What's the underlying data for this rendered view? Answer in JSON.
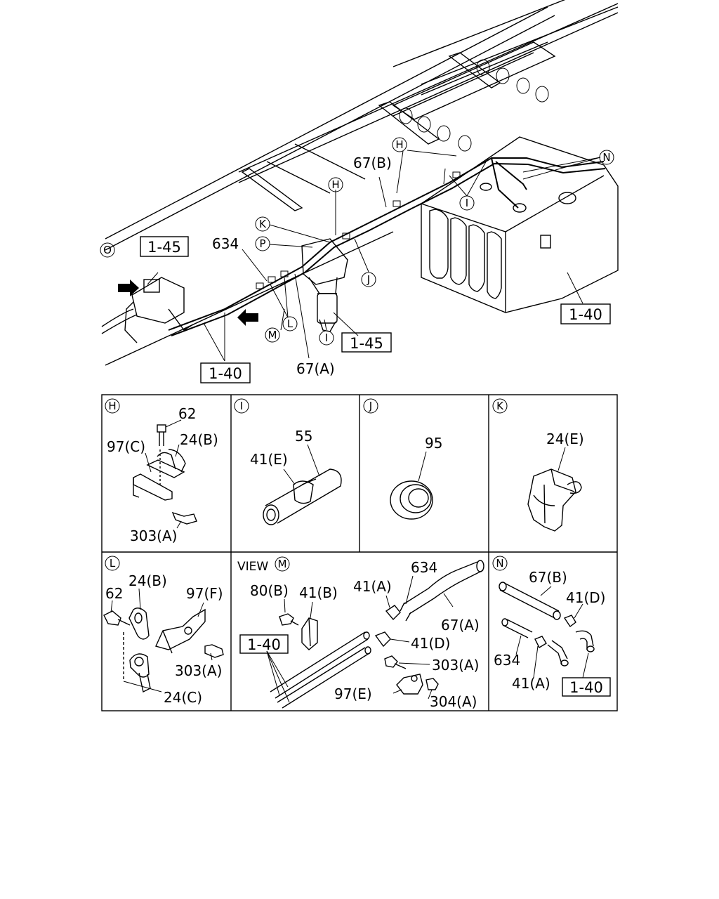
{
  "overview": {
    "refs": {
      "r1": "1-45",
      "r2": "1-45",
      "r3": "1-40",
      "r4": "1-40"
    },
    "labels": {
      "l67b": "67(B)",
      "l634": "634",
      "l67a": "67(A)"
    },
    "callouts": {
      "O": "O",
      "H1": "H",
      "H2": "H",
      "N": "N",
      "K": "K",
      "P": "P",
      "J": "J",
      "I1": "I",
      "I2": "I",
      "L": "L",
      "M": "M"
    }
  },
  "panels": {
    "H": {
      "callout": "H",
      "labels": {
        "p62": "62",
        "p97c": "97(C)",
        "p24b": "24(B)",
        "p303a": "303(A)"
      }
    },
    "I": {
      "callout": "I",
      "labels": {
        "p55": "55",
        "p41e": "41(E)"
      }
    },
    "J": {
      "callout": "J",
      "labels": {
        "p95": "95"
      }
    },
    "K": {
      "callout": "K",
      "labels": {
        "p24e": "24(E)"
      }
    },
    "L": {
      "callout": "L",
      "labels": {
        "p24b": "24(B)",
        "p62": "62",
        "p97f": "97(F)",
        "p303a": "303(A)",
        "p24c": "24(C)"
      }
    },
    "M": {
      "view_title": "VIEW",
      "callout": "M",
      "labels": {
        "p634": "634",
        "p80b": "80(B)",
        "p41b": "41(B)",
        "p41a": "41(A)",
        "p67a": "67(A)",
        "p41d": "41(D)",
        "p303a": "303(A)",
        "p97e": "97(E)",
        "p304a": "304(A)"
      },
      "ref": "1-40"
    },
    "N": {
      "callout": "N",
      "labels": {
        "p67b": "67(B)",
        "p41d": "41(D)",
        "p634": "634",
        "p41a": "41(A)"
      },
      "ref": "1-40"
    }
  }
}
